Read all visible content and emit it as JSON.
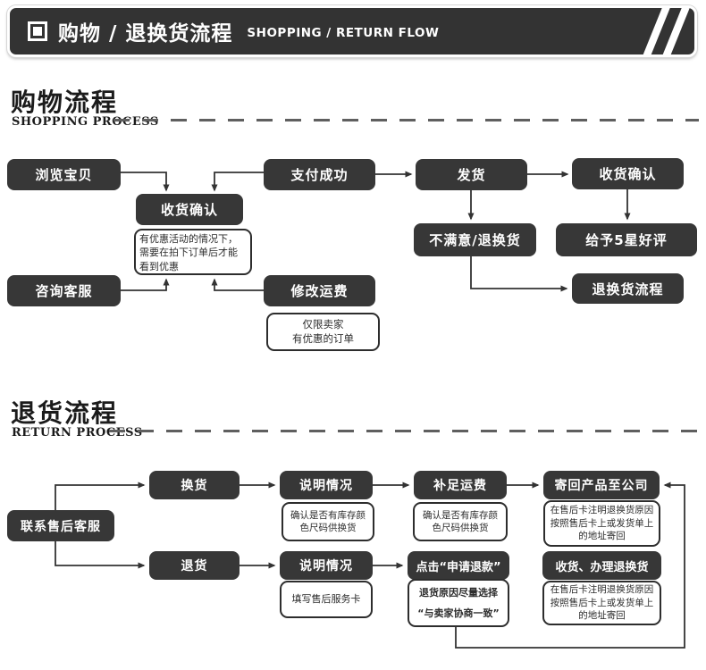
{
  "header": {
    "icon": "square-bullet-icon",
    "title_zh": "购物 / 退换货流程",
    "title_en": "SHOPPING / RETURN FLOW",
    "bar_color": "#333333",
    "stripe_color": "#ffffff"
  },
  "sections": {
    "shopping": {
      "title_zh": "购物流程",
      "title_en": "SHOPPING PROCESS"
    },
    "return": {
      "title_zh": "退货流程",
      "title_en": "RETURN PROCESS"
    }
  },
  "colors": {
    "box_bg": "#373737",
    "box_text": "#ffffff",
    "note_border": "#2d2d2d",
    "note_text": "#2d2d2d",
    "connector": "#333333"
  },
  "flow_shopping": {
    "browse": "浏览宝贝",
    "pay_success": "支付成功",
    "ship": "发货",
    "confirm_receipt_top": "收货确认",
    "confirm_receipt_mid": "收货确认",
    "note_promo": "有优惠活动的情况下，需要在拍下订单后才能看到优惠",
    "consult_service": "咨询客服",
    "modify_shipping": "修改运费",
    "note_seller_line1": "仅限卖家",
    "note_seller_line2": "有优惠的订单",
    "unsatisfied": "不满意/退换货",
    "five_star": "给予5星好评",
    "return_exchange_flow": "退换货流程"
  },
  "flow_return": {
    "contact_service": "联系售后客服",
    "exchange": "换货",
    "explain_top": "说明情况",
    "pay_extra_shipping": "补足运费",
    "send_back": "寄回产品至公司",
    "note_stock_top": "确认是否有库存颜色尺码供换货",
    "note_stock_mid": "确认是否有库存颜色尺码供换货",
    "note_card_address_top": "在售后卡注明退换货原因按照售后卡上或发货单上的地址寄回",
    "refund": "退货",
    "explain_bottom": "说明情况",
    "apply_refund": "点击“申请退款”",
    "receive_process": "收货、办理退换货",
    "note_fill_card": "填写售后服务卡",
    "note_reason_line1": "退货原因尽量选择",
    "note_reason_line2": "“与卖家协商一致”",
    "note_card_address_bottom": "在售后卡注明退换货原因按照售后卡上或发货单上的地址寄回"
  }
}
